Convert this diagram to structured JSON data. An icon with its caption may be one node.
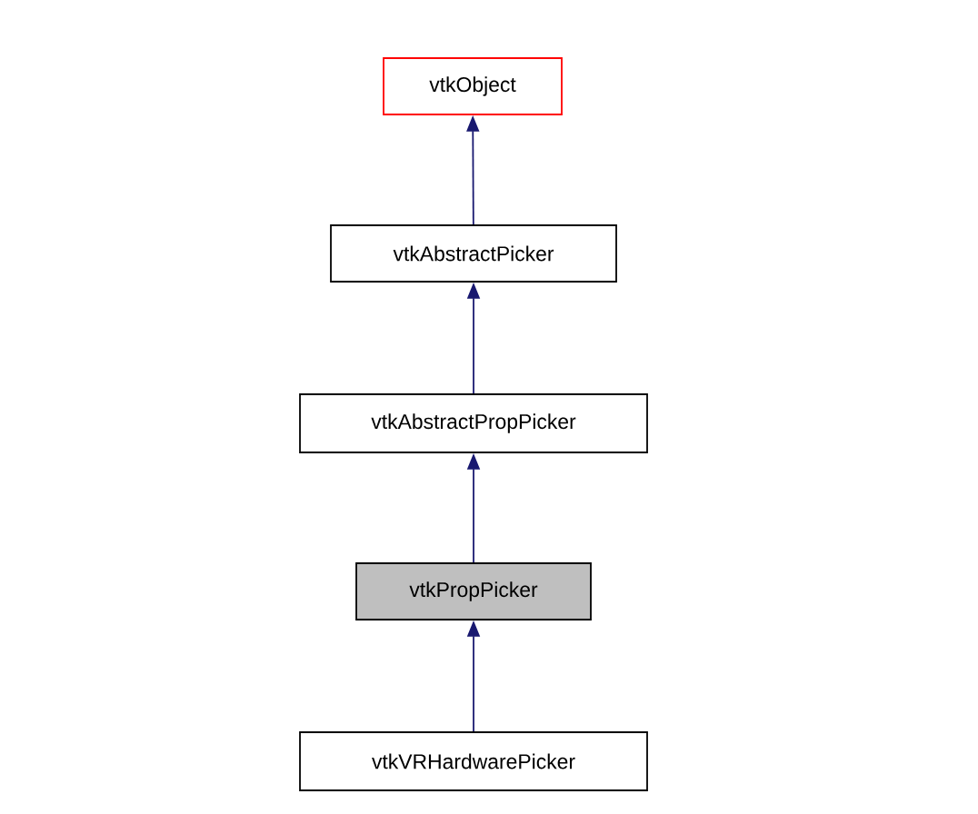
{
  "diagram": {
    "nodes": [
      {
        "text": [
          "vtkObject"
        ]
      },
      {
        "text": [
          "vtkAbstractPicker"
        ]
      },
      {
        "text": [
          "vtkAbstractPropPicker"
        ]
      },
      {
        "text": [
          "vtkPropPicker"
        ]
      },
      {
        "text": [
          "vtkVRHardwarePicker"
        ]
      }
    ],
    "edges": [
      {
        "from": 1,
        "to": 0,
        "arrow": "to"
      },
      {
        "from": 2,
        "to": 1,
        "arrow": "to"
      },
      {
        "from": 3,
        "to": 2,
        "arrow": "to"
      },
      {
        "from": 4,
        "to": 3,
        "arrow": "to"
      }
    ]
  }
}
